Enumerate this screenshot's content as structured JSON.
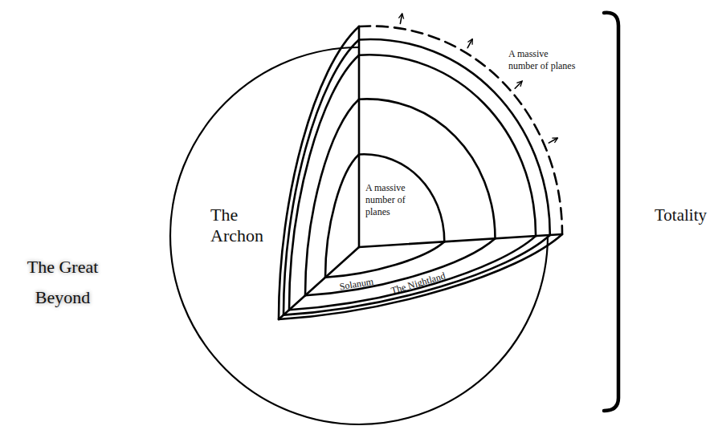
{
  "diagram": {
    "nodes": [
      {
        "text": [
          "The Archon"
        ]
      },
      {
        "text": [
          "A massive number of planes"
        ],
        "in": 0
      },
      {
        "text": [
          "Solanum"
        ],
        "in": 0
      },
      {
        "text": [
          "The Nightland"
        ],
        "in": 0
      }
    ],
    "labels": [
      "A massive number of planes",
      "The Great Beyond",
      "Totality"
    ]
  }
}
